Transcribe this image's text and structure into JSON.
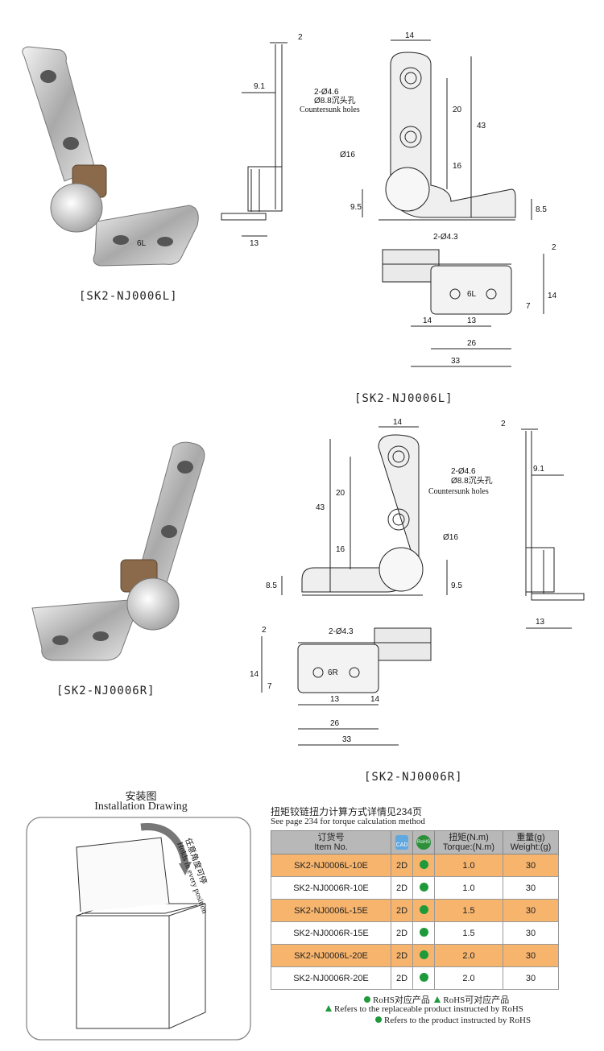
{
  "products": {
    "left": {
      "photo_label": "[SK2-NJ0006L]",
      "drawing_label": "[SK2-NJ0006L]",
      "stamp": "6L"
    },
    "right": {
      "photo_label": "[SK2-NJ0006R]",
      "drawing_label": "[SK2-NJ0006R]",
      "stamp": "6R"
    }
  },
  "dimensions": {
    "thickness": "2",
    "offset": "9.1",
    "depth": "13",
    "width": "14",
    "hole_spacing": "20",
    "height": "43",
    "hinge_center": "16",
    "hinge_dia": "Ø16",
    "base_h": "9.5",
    "flange_h": "8.5",
    "top_holes": "2-Ø4.6",
    "countersink": "Ø8.8沉头孔",
    "countersink_en": "Countersunk holes",
    "base_holes": "2-Ø4.3",
    "hole_offset": "14",
    "base_hole_spacing": "13",
    "base_span": "26",
    "base_total": "33",
    "base_hole_h": "7",
    "base_height": "14",
    "base_thickness": "2"
  },
  "installation": {
    "title_cn": "安装图",
    "title_en": "Installation Drawing",
    "hold_cn": "任意角度可停",
    "hold_en": "Holds in every position"
  },
  "table": {
    "caption_cn": "扭矩铰链扭力计算方式详情见234页",
    "caption_en": "See page 234 for torque calculation method",
    "headers": {
      "item_cn": "订货号",
      "item_en": "Item No.",
      "cad": "CAD",
      "rohs": "RoHS",
      "torque_cn": "扭矩(N.m)",
      "torque_en": "Torque:(N.m)",
      "weight_cn": "重量(g)",
      "weight_en": "Weight:(g)"
    },
    "rows": [
      {
        "item": "SK2-NJ0006L-10E",
        "cad": "2D",
        "torque": "1.0",
        "weight": "30",
        "highlight": true
      },
      {
        "item": "SK2-NJ0006R-10E",
        "cad": "2D",
        "torque": "1.0",
        "weight": "30",
        "highlight": false
      },
      {
        "item": "SK2-NJ0006L-15E",
        "cad": "2D",
        "torque": "1.5",
        "weight": "30",
        "highlight": true
      },
      {
        "item": "SK2-NJ0006R-15E",
        "cad": "2D",
        "torque": "1.5",
        "weight": "30",
        "highlight": false
      },
      {
        "item": "SK2-NJ0006L-20E",
        "cad": "2D",
        "torque": "2.0",
        "weight": "30",
        "highlight": true
      },
      {
        "item": "SK2-NJ0006R-20E",
        "cad": "2D",
        "torque": "2.0",
        "weight": "30",
        "highlight": false
      }
    ],
    "legend": {
      "line1_dot": "RoHS对应产品",
      "line1_tri": "RoHS可对应产品",
      "line2": "Refers to the replaceable product instructed by RoHS",
      "line3": "Refers to the product instructed by RoHS"
    }
  },
  "colors": {
    "highlight_row": "#f6b46d",
    "header": "#b8b8b8",
    "rohs_green": "#1f9a3a"
  }
}
